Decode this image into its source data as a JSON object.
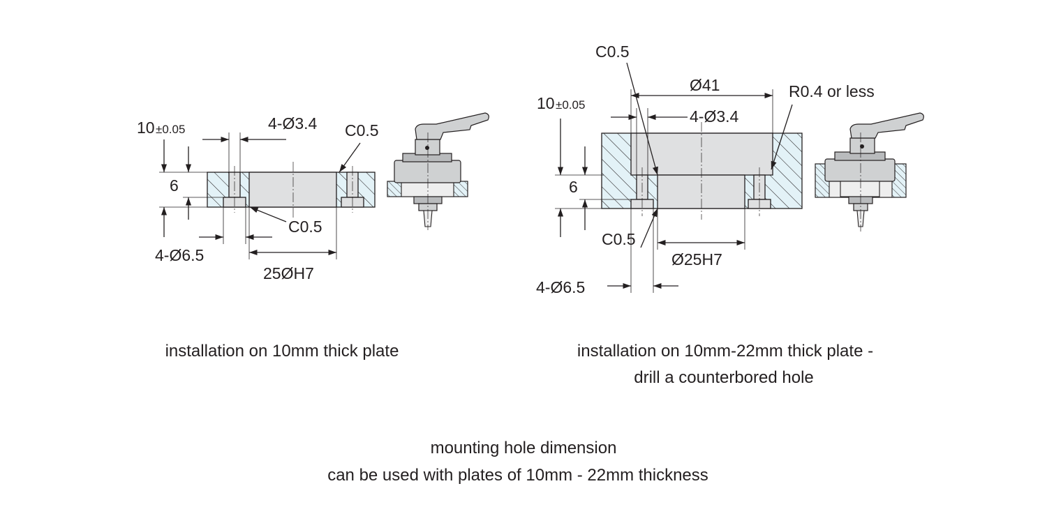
{
  "left_drawing": {
    "dim_thickness": "10",
    "dim_thickness_tol": "±0.05",
    "dim_depth": "6",
    "dim_small_holes": "4-Ø3.4",
    "dim_counterbore_holes": "4-Ø6.5",
    "chamfer_top": "C0.5",
    "chamfer_bottom": "C0.5",
    "dim_bore": "25ØH7",
    "caption": "installation on 10mm thick plate"
  },
  "right_drawing": {
    "dim_thickness": "10",
    "dim_thickness_tol": "±0.05",
    "dim_depth": "6",
    "dim_outer": "Ø41",
    "dim_small_holes": "4-Ø3.4",
    "dim_counterbore_holes": "4-Ø6.5",
    "chamfer_top": "C0.5",
    "chamfer_bottom": "C0.5",
    "radius_note": "R0.4 or less",
    "dim_bore": "Ø25H7",
    "caption_line1": "installation on 10mm-22mm thick plate -",
    "caption_line2": "drill a counterbored hole"
  },
  "footer": {
    "line1": "mounting hole dimension",
    "line2": "can be used with plates of 10mm - 22mm thickness"
  },
  "colors": {
    "line": "#231f20",
    "section_tint": "#e3f2f7",
    "hole_fill": "#dfe0e1",
    "metal": "#cfd1d2"
  }
}
